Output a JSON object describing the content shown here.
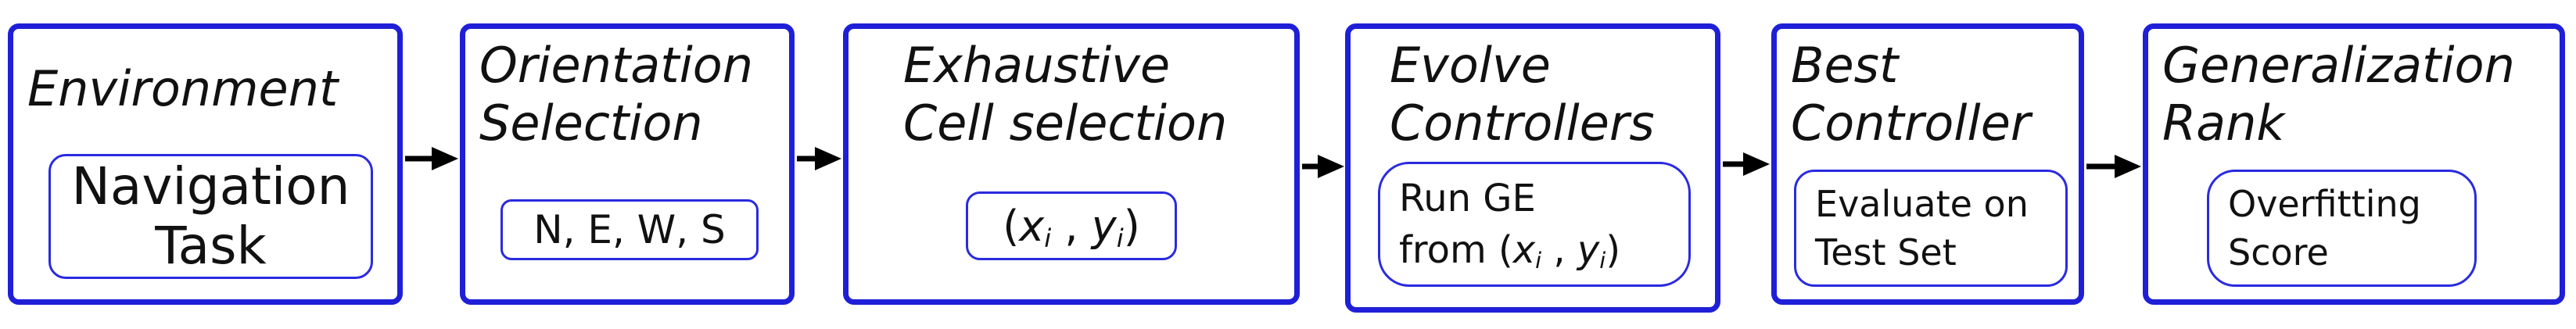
{
  "colors": {
    "box_border": "#1f1fd8",
    "arrow": "#000000",
    "text": "#111111"
  },
  "stages": [
    {
      "title_lines": [
        "Environment"
      ],
      "inner_lines": [
        "Navigation",
        "Task"
      ]
    },
    {
      "title_lines": [
        "Orientation",
        "Selection"
      ],
      "inner_lines": [
        "N, E, W, S"
      ]
    },
    {
      "title_lines": [
        "Exhaustive",
        "Cell selection"
      ],
      "inner_math": {
        "open": "(",
        "x": "x",
        "i1": "i",
        "sep": " , ",
        "y": "y",
        "i2": "i",
        "close": ")"
      }
    },
    {
      "title_lines": [
        "Evolve",
        "Controllers"
      ],
      "inner_lines": [
        "Run GE"
      ],
      "inner_math": {
        "prefix": "from (",
        "x": "x",
        "i1": "i",
        "sep": " , ",
        "y": "y",
        "i2": "i",
        "close": ")"
      }
    },
    {
      "title_lines": [
        "Best",
        "Controller"
      ],
      "inner_lines": [
        "Evaluate on",
        "Test Set"
      ]
    },
    {
      "title_lines": [
        "Generalization",
        "Rank"
      ],
      "inner_lines": [
        "Overfitting",
        "Score"
      ]
    }
  ]
}
